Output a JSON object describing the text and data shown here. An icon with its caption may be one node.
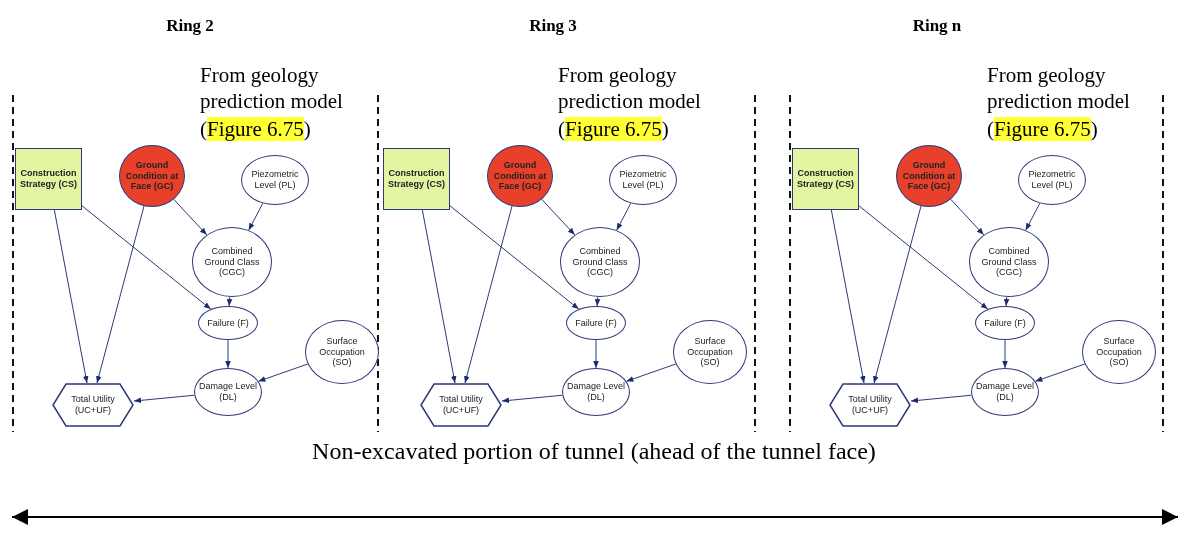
{
  "diagram": {
    "nodes": [
      {
        "text": [
          "Construction Strategy (CS)"
        ]
      },
      {
        "text": [
          "Ground Condition at Face (GC)"
        ]
      },
      {
        "text": [
          "Piezometric Level (PL)"
        ]
      },
      {
        "text": [
          "Combined Ground Class (CGC)"
        ]
      },
      {
        "text": [
          "Failure (F)"
        ]
      },
      {
        "text": [
          "Surface Occupation (SO)"
        ]
      },
      {
        "text": [
          "Damage Level (DL)"
        ]
      },
      {
        "text": [
          "Total Utility (UC+UF)"
        ]
      },
      {
        "text": [
          "Construction Strategy (CS)"
        ]
      },
      {
        "text": [
          "Ground Condition at Face (GC)"
        ]
      },
      {
        "text": [
          "Piezometric Level (PL)"
        ]
      },
      {
        "text": [
          "Combined Ground Class (CGC)"
        ]
      },
      {
        "text": [
          "Failure (F)"
        ]
      },
      {
        "text": [
          "Surface Occupation (SO)"
        ]
      },
      {
        "text": [
          "Damage Level (DL)"
        ]
      },
      {
        "text": [
          "Total Utility (UC+UF)"
        ]
      },
      {
        "text": [
          "Construction Strategy (CS)"
        ]
      },
      {
        "text": [
          "Ground Condition at Face (GC)"
        ]
      },
      {
        "text": [
          "Piezometric Level (PL)"
        ]
      },
      {
        "text": [
          "Combined Ground Class (CGC)"
        ]
      },
      {
        "text": [
          "Failure (F)"
        ]
      },
      {
        "text": [
          "Surface Occupation (SO)"
        ]
      },
      {
        "text": [
          "Damage Level (DL)"
        ]
      },
      {
        "text": [
          "Total Utility (UC+UF)"
        ]
      }
    ],
    "edges": [
      {
        "from": 0,
        "to": 7,
        "arrow": "to"
      },
      {
        "from": 0,
        "to": 4,
        "arrow": "to"
      },
      {
        "from": 1,
        "to": 7,
        "arrow": "to"
      },
      {
        "from": 1,
        "to": 3,
        "arrow": "to"
      },
      {
        "from": 2,
        "to": 3,
        "arrow": "to"
      },
      {
        "from": 3,
        "to": 4,
        "arrow": "to"
      },
      {
        "from": 4,
        "to": 6,
        "arrow": "to"
      },
      {
        "from": 5,
        "to": 6,
        "arrow": "to"
      },
      {
        "from": 6,
        "to": 7,
        "arrow": "to"
      },
      {
        "from": 8,
        "to": 15,
        "arrow": "to"
      },
      {
        "from": 8,
        "to": 12,
        "arrow": "to"
      },
      {
        "from": 9,
        "to": 15,
        "arrow": "to"
      },
      {
        "from": 9,
        "to": 11,
        "arrow": "to"
      },
      {
        "from": 10,
        "to": 11,
        "arrow": "to"
      },
      {
        "from": 11,
        "to": 12,
        "arrow": "to"
      },
      {
        "from": 12,
        "to": 14,
        "arrow": "to"
      },
      {
        "from": 13,
        "to": 14,
        "arrow": "to"
      },
      {
        "from": 14,
        "to": 15,
        "arrow": "to"
      },
      {
        "from": 16,
        "to": 23,
        "arrow": "to"
      },
      {
        "from": 16,
        "to": 20,
        "arrow": "to"
      },
      {
        "from": 17,
        "to": 23,
        "arrow": "to"
      },
      {
        "from": 17,
        "to": 19,
        "arrow": "to"
      },
      {
        "from": 18,
        "to": 19,
        "arrow": "to"
      },
      {
        "from": 19,
        "to": 20,
        "arrow": "to"
      },
      {
        "from": 20,
        "to": 22,
        "arrow": "to"
      },
      {
        "from": 21,
        "to": 22,
        "arrow": "to"
      },
      {
        "from": 22,
        "to": 23,
        "arrow": "to"
      }
    ],
    "labels": [
      "Ring 2",
      "Ring 3",
      "Ring n",
      "From geology prediction model",
      "(Figure 6.75)",
      "From geology prediction model",
      "(Figure 6.75)",
      "From geology prediction model",
      "(Figure 6.75)",
      "Non-excavated portion of tunnel (ahead of the tunnel face)"
    ]
  }
}
